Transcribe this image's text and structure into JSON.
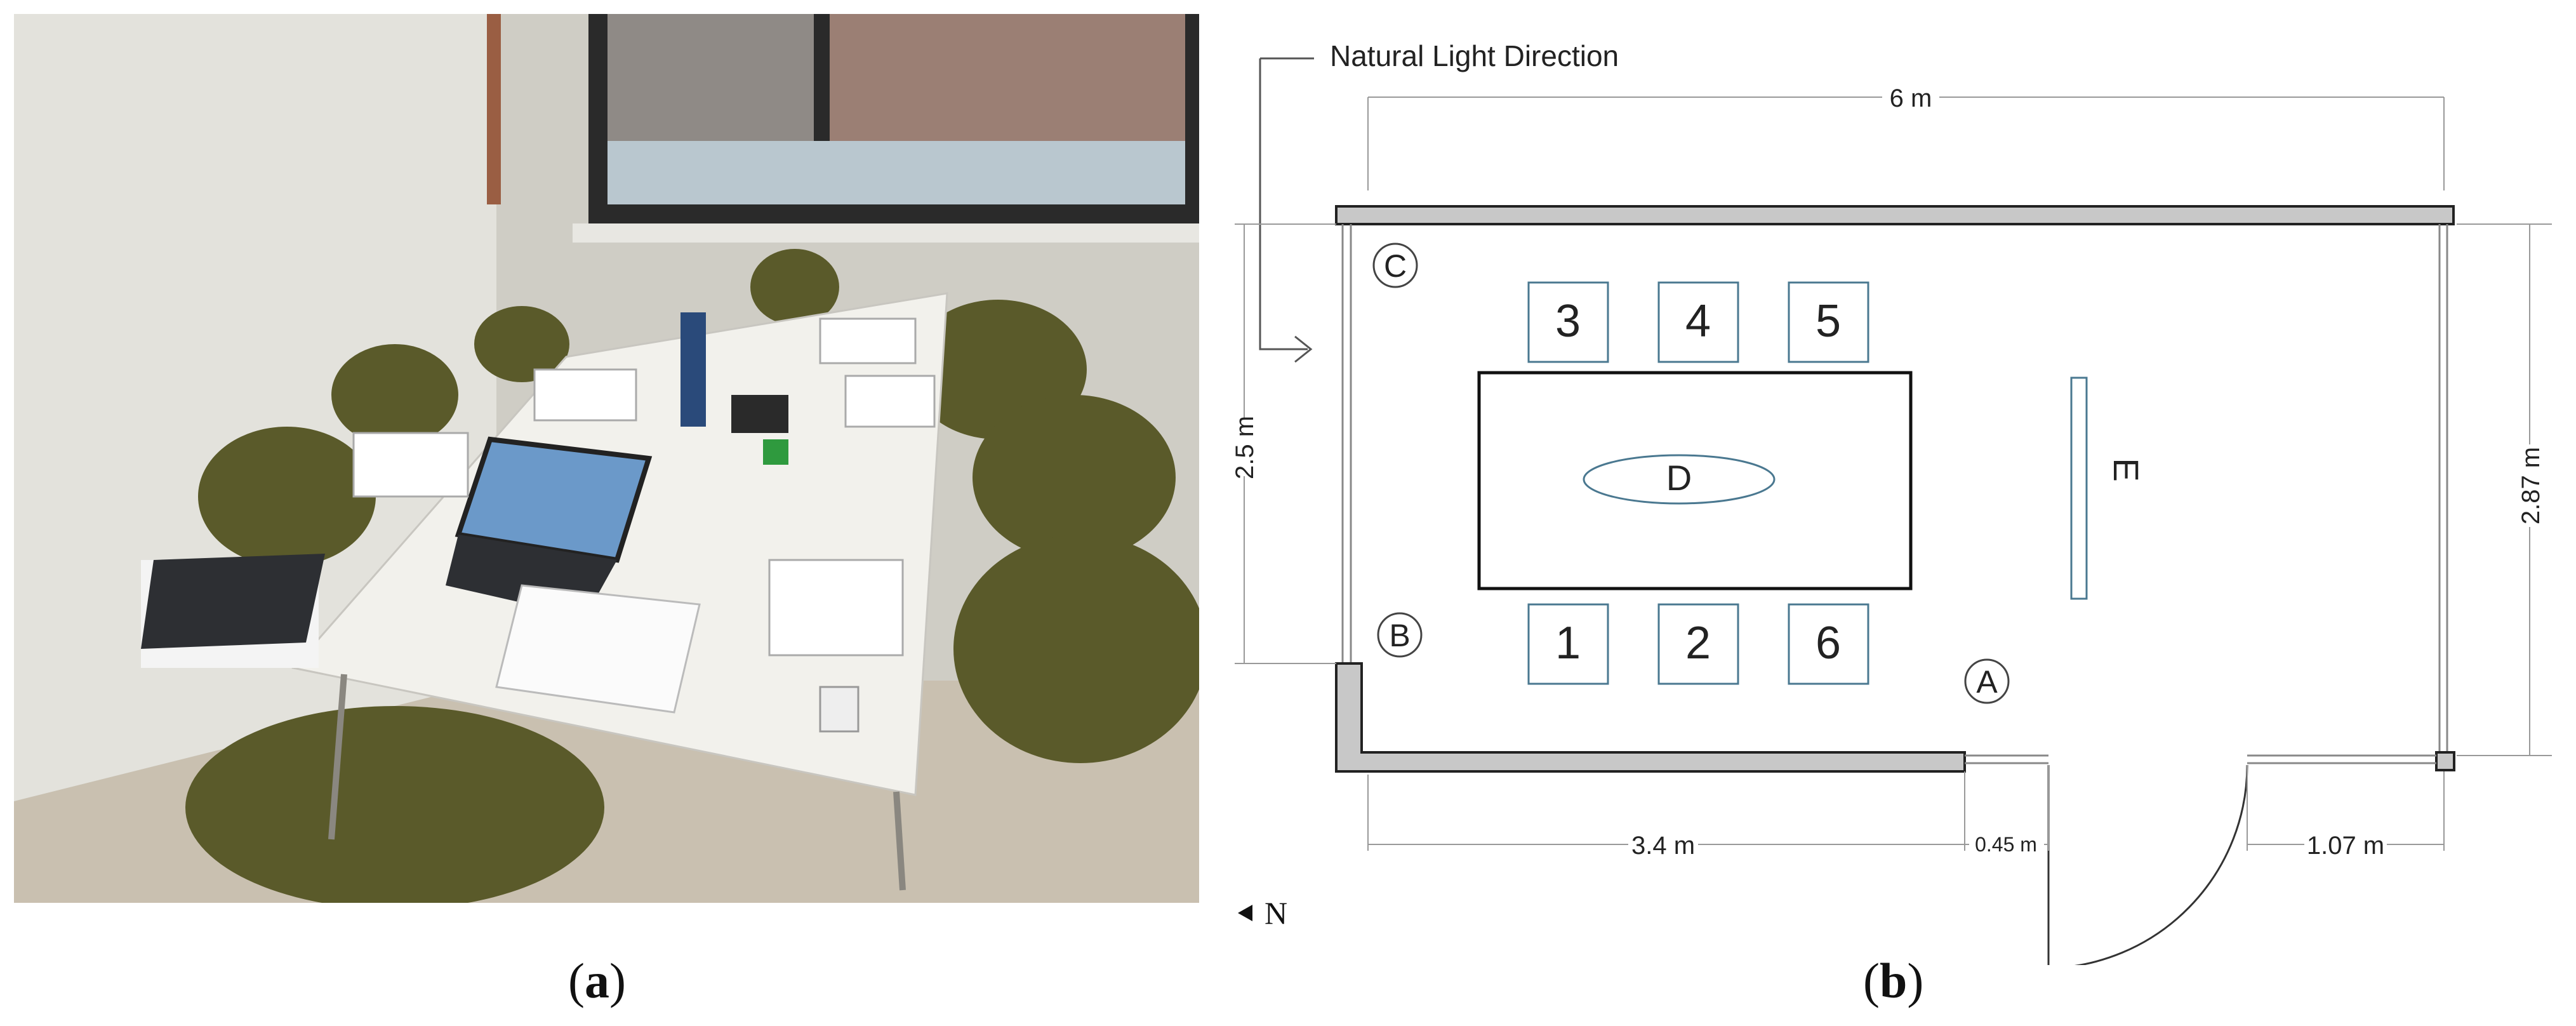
{
  "captions": {
    "a": "a",
    "b": "b"
  },
  "plan": {
    "light_label": "Natural Light Direction",
    "dims": {
      "top": "6 m",
      "left": "2.5 m",
      "right": "2.87 m",
      "bottom_left": "3.4 m",
      "door": "0.45 m",
      "bottom_right": "1.07 m"
    },
    "points": {
      "A": "A",
      "B": "B",
      "C": "C",
      "D": "D",
      "E": "E"
    },
    "seats": [
      "3",
      "4",
      "5",
      "1",
      "2",
      "6"
    ],
    "north": "N"
  },
  "colors": {
    "wall_fill": "#c8c8c8",
    "wall_stroke": "#222222",
    "line": "#555555",
    "board_stroke": "#4a7890"
  },
  "icons": {
    "north": "triangle-left-icon",
    "light": "arrow-right-icon"
  }
}
